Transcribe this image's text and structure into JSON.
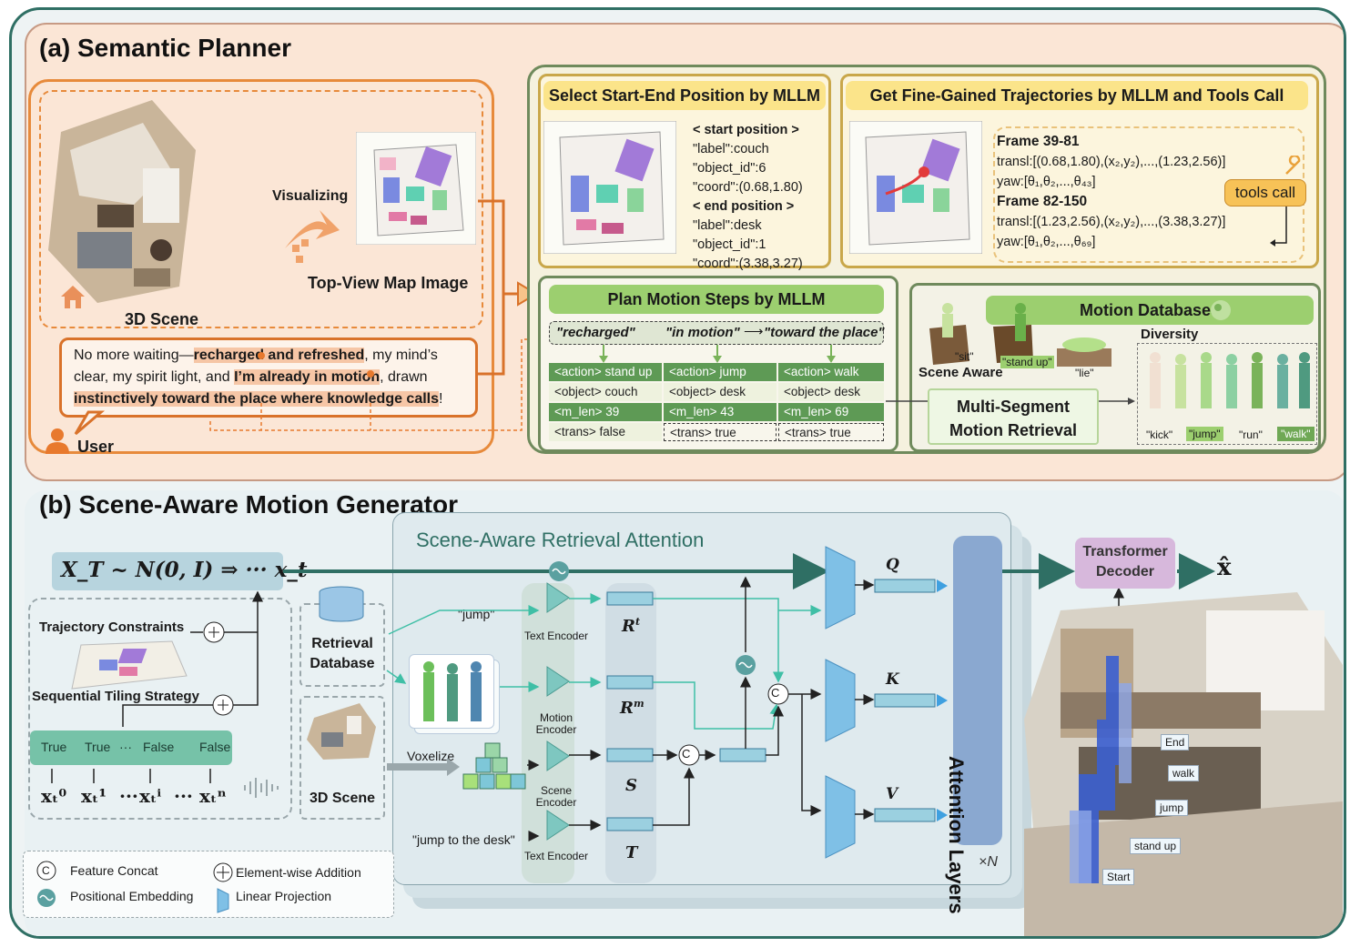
{
  "panel_a": {
    "title": "(a) Semantic Planner",
    "scene_label": "3D Scene",
    "visualizing": "Visualizing",
    "topview_label": "Top-View Map Image",
    "user_label": "User",
    "user_text": {
      "p1": "No more waiting—",
      "h1": "recharged and refreshed",
      "p2": ", my mind’s clear, my spirit light, and ",
      "h2": "I’m already in motion",
      "p3": ", drawn",
      "h3": "instinctively toward the place where knowledge calls",
      "p4": "!"
    },
    "select_box": {
      "title": "Select Start-End Position by MLLM",
      "start_header": "< start position >",
      "start_label": "\"label\":couch",
      "start_id": "\"object_id\":6",
      "start_coord": "\"coord\":(0.68,1.80)",
      "end_header": "< end position >",
      "end_label": "\"label\":desk",
      "end_id": "\"object_id\":1",
      "end_coord": "\"coord\":(3.38,3.27)"
    },
    "traj_box": {
      "title": "Get Fine-Gained Trajectories by MLLM and Tools Call",
      "frame1": "Frame 39-81",
      "transl1": "transl:[(0.68,1.80),(x₂,y₂),...,(1.23,2.56)]",
      "yaw1": "yaw:[θ₁,θ₂,...,θ₄₃]",
      "frame2": "Frame 82-150",
      "transl2": "transl:[(1.23,2.56),(x₂,y₂),...,(3.38,3.27)]",
      "yaw2": "yaw:[θ₁,θ₂,...,θ₆₉]",
      "tools_call": "tools call"
    },
    "plan_box": {
      "title": "Plan Motion Steps by MLLM",
      "phrase1": "\"recharged\"",
      "phrase2": "\"in motion\"",
      "phrase3": "\"toward the place\"",
      "rows": [
        [
          "<action> stand up",
          "<action> jump",
          "<action> walk"
        ],
        [
          "<object> couch",
          "<object> desk",
          "<object> desk"
        ],
        [
          "<m_len> 39",
          "<m_len> 43",
          "<m_len> 69"
        ],
        [
          "<trans> false",
          "<trans> true",
          "<trans> true"
        ]
      ]
    },
    "motion_db": {
      "title": "Motion Databases",
      "sit": "\"sit\"",
      "stand_up": "\"stand up\"",
      "lie": "\"lie\"",
      "scene_aware": "Scene Aware",
      "diversity": "Diversity",
      "kick": "\"kick\"",
      "jump": "\"jump\"",
      "run": "\"run\"",
      "walk": "\"walk\""
    },
    "retrieval": "Multi-Segment Motion Retrieval"
  },
  "panel_b": {
    "title": "(b) Scene-Aware Motion Generator",
    "noise_formula": "X_T ~ N(0, I) ⇒ ··· x_t",
    "attention_title": "Scene-Aware Retrieval Attention",
    "traj_constraints": "Trajectory Constraints",
    "tiling": "Sequential Tiling Strategy",
    "tiling_tokens": [
      "True",
      "True",
      "···",
      "False",
      "···",
      "False"
    ],
    "x_sequence": [
      "xₜ⁰",
      "xₜ¹",
      "···",
      "xₜⁱ",
      "···",
      "xₜⁿ"
    ],
    "retrieval_db": "Retrieval Database",
    "scene_3d": "3D Scene",
    "voxelize": "Voxelize",
    "jump_text": "\"jump\"",
    "jump_desk_text": "\"jump to the desk\"",
    "encoders": {
      "text1": "Text Encoder",
      "motion": "Motion Encoder",
      "scene": "Scene Encoder",
      "text2": "Text Encoder"
    },
    "features": {
      "rt": "R",
      "rt_sup": "t",
      "rm": "R",
      "rm_sup": "m",
      "s": "S",
      "t": "T"
    },
    "qkv": {
      "q": "Q",
      "k": "K",
      "v": "V"
    },
    "attention_layers": "Attention Layers",
    "times_n": "×N",
    "decoder": "Transformer Decoder",
    "x_hat": "x̂",
    "t_label": "t",
    "concat_symbol": "C",
    "path_labels": [
      "End",
      "walk",
      "jump",
      "stand up",
      "Start"
    ],
    "legend": {
      "concat": "Feature Concat",
      "pos_emb": "Positional Embedding",
      "add": "Element-wise Addition",
      "linear": "Linear Projection"
    }
  },
  "colors": {
    "frame": "#2f6f64",
    "panel_a_bg": "#fbe6d6",
    "orange": "#e07a2a",
    "green_bar": "#9ccf6f",
    "yellow_bar": "#fbe48a",
    "teal_arrow": "#2f6f64",
    "light_teal": "#3fbfa6",
    "blue_proj": "#5fb0df",
    "attention": "#8aa8d0",
    "decoder": "#d7b8dc"
  }
}
